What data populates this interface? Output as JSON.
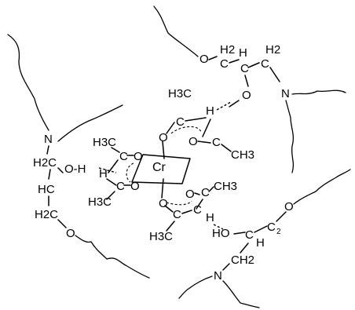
{
  "metal": "Cr",
  "atoms": {
    "O": "O",
    "C": "C",
    "H": "H",
    "N": "N",
    "HO": "HO",
    "OH": "O-H",
    "H2": "H2",
    "HC": "HC",
    "H2C": "H2C",
    "H3C": "H3C",
    "CH3": "CH3",
    "CH2": "CH2",
    "H3": "H3",
    "sub2": "2",
    "sub3": "3"
  }
}
